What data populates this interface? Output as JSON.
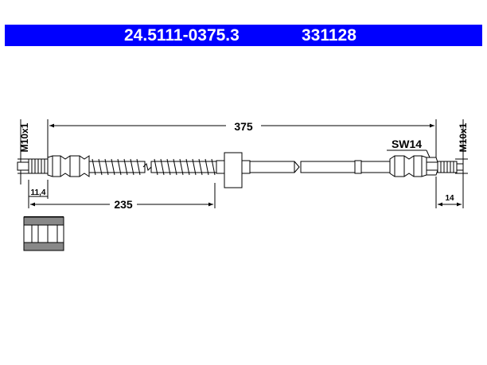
{
  "header": {
    "part_number": "24.5111-0375.3",
    "ref_number": "331128",
    "background_color": "#0000ff",
    "text_color": "#ffffff"
  },
  "dimensions": {
    "total_length": "375",
    "partial_length": "235",
    "left_thread": "M10x1",
    "right_thread": "M10x1",
    "left_end_length": "11,4",
    "right_end_length": "14",
    "wrench_size": "SW14"
  }
}
